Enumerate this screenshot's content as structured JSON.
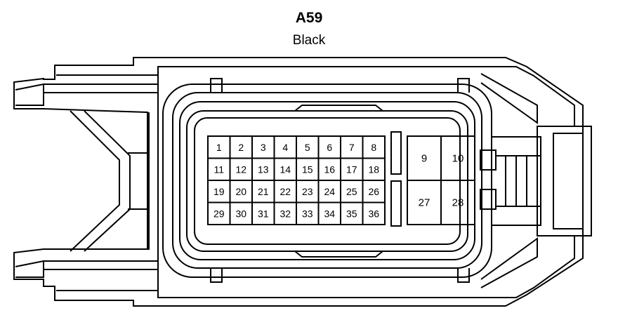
{
  "connector": {
    "id": "A59",
    "color": "Black"
  },
  "pins_small": [
    [
      "1",
      "2",
      "3",
      "4",
      "5",
      "6",
      "7",
      "8"
    ],
    [
      "11",
      "12",
      "13",
      "14",
      "15",
      "16",
      "17",
      "18"
    ],
    [
      "19",
      "20",
      "21",
      "22",
      "23",
      "24",
      "25",
      "26"
    ],
    [
      "29",
      "30",
      "31",
      "32",
      "33",
      "34",
      "35",
      "36"
    ]
  ],
  "pins_large": [
    [
      "9",
      "10"
    ],
    [
      "27",
      "28"
    ]
  ],
  "colors": {
    "line": "#000000",
    "background": "#ffffff"
  }
}
